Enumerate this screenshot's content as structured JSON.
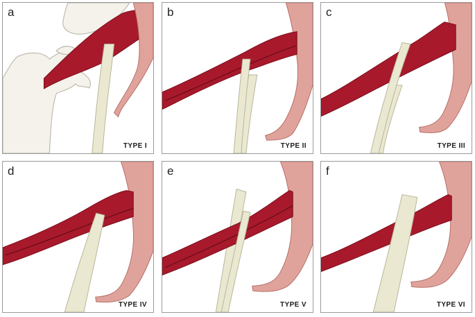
{
  "panels": [
    {
      "letter": "a",
      "type_label": "TYPE I"
    },
    {
      "letter": "b",
      "type_label": "TYPE II"
    },
    {
      "letter": "c",
      "type_label": "TYPE III"
    },
    {
      "letter": "d",
      "type_label": "TYPE IV"
    },
    {
      "letter": "e",
      "type_label": "TYPE V"
    },
    {
      "letter": "f",
      "type_label": "TYPE VI"
    }
  ],
  "colors": {
    "muscle": "#a8192c",
    "muscle_dark": "#7a0e1c",
    "muscle_light": "#c23a47",
    "tendon": "#eae8d1",
    "tendon_stroke": "#b8b59a",
    "nerve_pink": "#e0a39c",
    "nerve_stroke": "#b56e67",
    "bone": "#f4f2ea",
    "bone_stroke": "#bdbab0",
    "panel_border": "#9a9a9a"
  }
}
